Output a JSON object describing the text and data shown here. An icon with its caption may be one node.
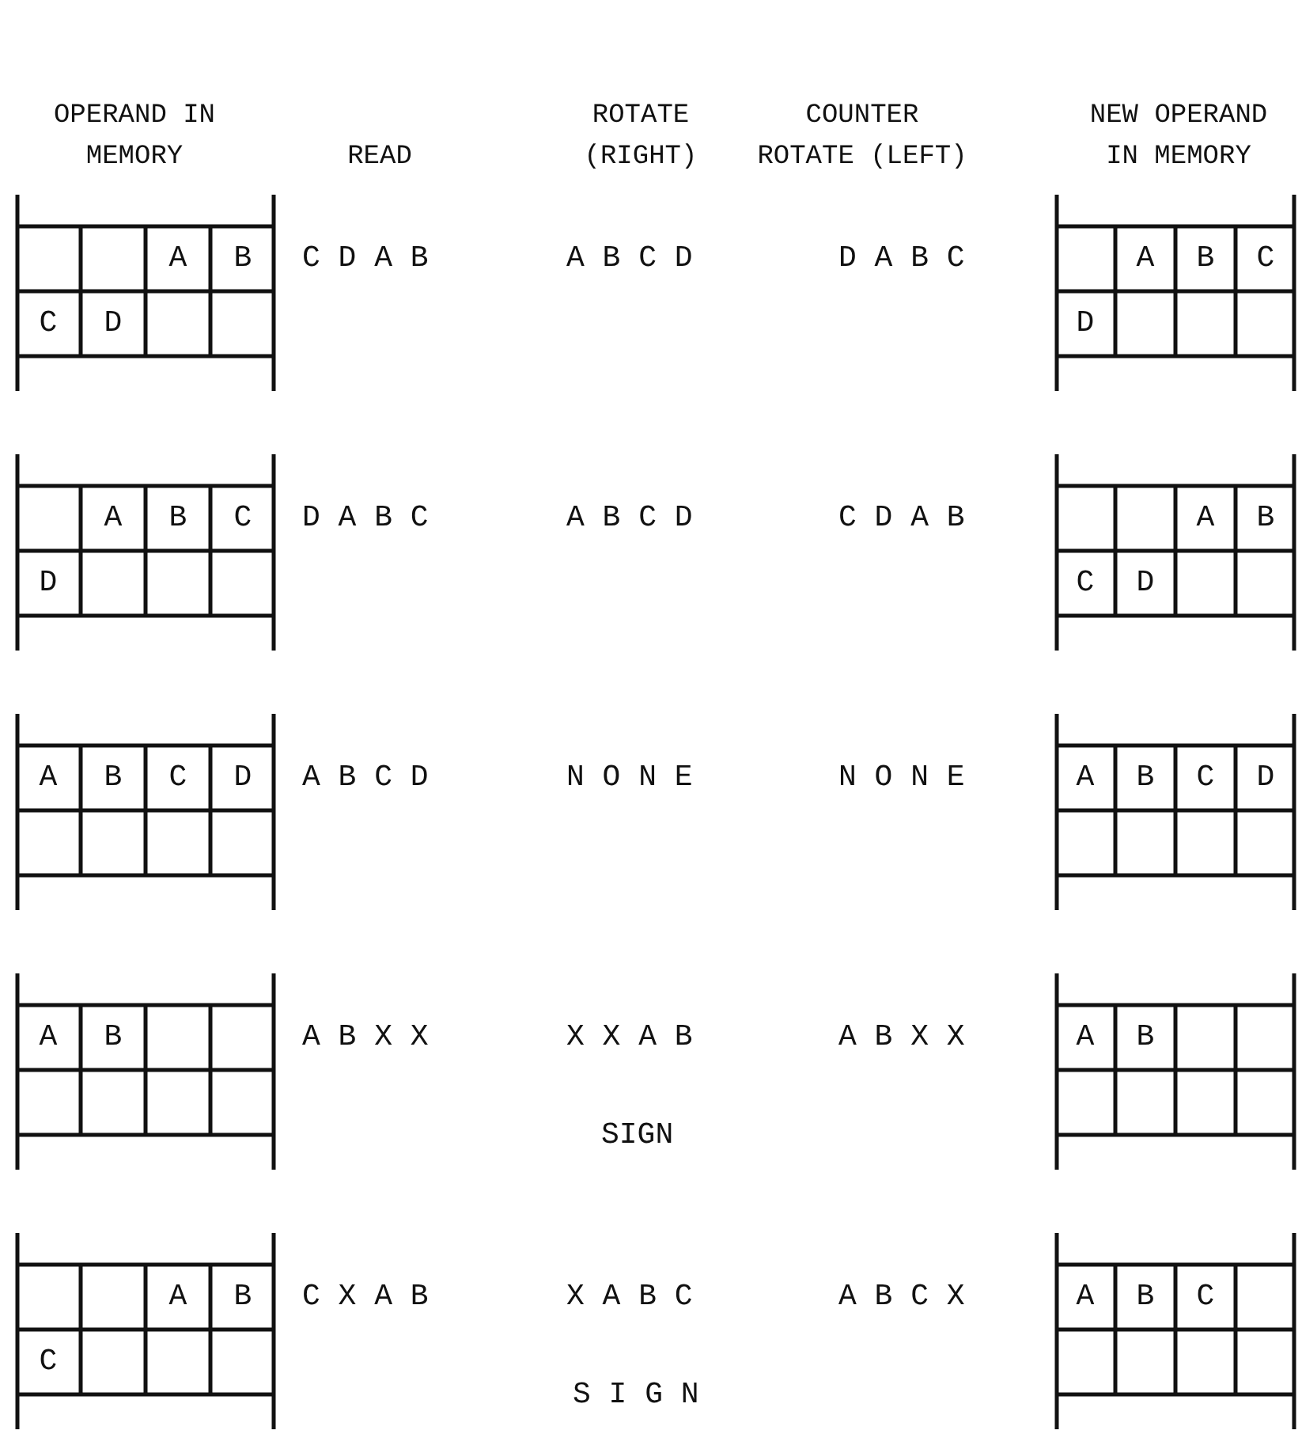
{
  "diagram": {
    "nodes": [
      {
        "text": [
          "A",
          "B",
          "C",
          "D"
        ]
      },
      {
        "text": [
          "A",
          "B",
          "C",
          "D"
        ]
      },
      {
        "text": [
          "A",
          "B",
          "C",
          "D"
        ]
      },
      {
        "text": [
          "A",
          "B",
          "C",
          "D"
        ]
      },
      {
        "text": [
          "A",
          "B",
          "C",
          "D"
        ]
      },
      {
        "text": [
          "A",
          "B",
          "C",
          "D"
        ]
      },
      {
        "text": [
          "A",
          "B"
        ]
      },
      {
        "text": [
          "A",
          "B"
        ]
      },
      {
        "text": [
          "A",
          "B",
          "C"
        ]
      },
      {
        "text": [
          "A",
          "B",
          "C"
        ]
      }
    ],
    "labels": [
      "OPERAND IN MEMORY",
      "READ",
      "ROTATE (RIGHT)",
      "COUNTER ROTATE (LEFT)",
      "NEW OPERAND IN MEMORY",
      "C D A B",
      "A B C D",
      "D A B C",
      "D A B C",
      "A B C D",
      "C D A B",
      "A B C D",
      "N O N E",
      "N O N E",
      "A B X X",
      "X X A B",
      "A B X X",
      "SIGN",
      "C X A B",
      "X A B C",
      "A B C X",
      "S I G N"
    ]
  }
}
